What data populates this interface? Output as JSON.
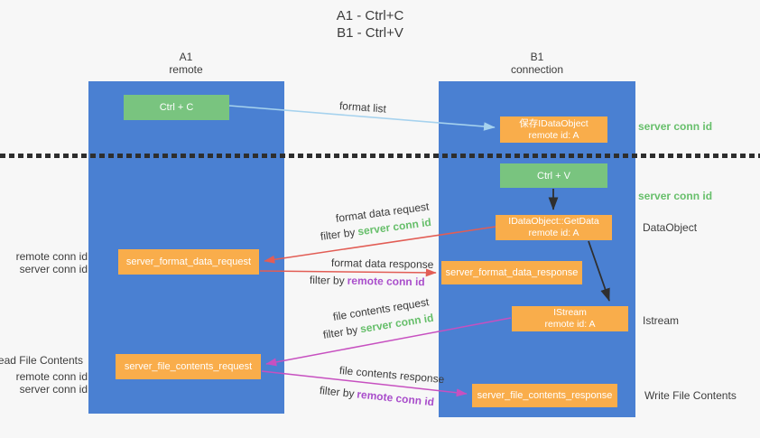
{
  "title": {
    "line1": "A1 - Ctrl+C",
    "line2": "B1 - Ctrl+V"
  },
  "lifelines": {
    "left": {
      "name": "A1",
      "subtitle": "remote"
    },
    "right": {
      "name": "B1",
      "subtitle": "connection"
    }
  },
  "nodes": {
    "ctrl_c": {
      "label": "Ctrl + C"
    },
    "save_idataobject": {
      "line1": "保存IDataObject",
      "line2": "remote id: A"
    },
    "ctrl_v": {
      "label": "Ctrl + V"
    },
    "getdata": {
      "line1": "IDataObject::GetData",
      "line2": "remote id: A"
    },
    "server_format_data_request": {
      "label": "server_format_data_request"
    },
    "server_format_data_response": {
      "label": "server_format_data_response"
    },
    "istream": {
      "line1": "IStream",
      "line2": "remote id: A"
    },
    "server_file_contents_request": {
      "label": "server_file_contents_request"
    },
    "server_file_contents_response": {
      "label": "server_file_contents_response"
    }
  },
  "arrows": {
    "format_list": {
      "label": "format list"
    },
    "format_data_request": {
      "label": "format data request",
      "filter_prefix": "filter by",
      "filter_key": "server conn id"
    },
    "format_data_response": {
      "label": "format data response",
      "filter_prefix": "filter by",
      "filter_key": "remote conn id"
    },
    "file_contents_request": {
      "label": "file contents request",
      "filter_prefix": "filter by",
      "filter_key": "server conn id"
    },
    "file_contents_response": {
      "label": "file contents response",
      "filter_prefix": "filter by",
      "filter_key": "remote conn id"
    }
  },
  "side_labels": {
    "right_server_conn_id_top": "server conn id",
    "right_server_conn_id_mid": "server conn id",
    "right_dataobject": "DataObject",
    "right_istream": "Istream",
    "right_write_file_contents": "Write File Contents",
    "left_read_file_contents": "Read File Contents",
    "left_remote_conn_id_1": "remote conn id",
    "left_server_conn_id_1": "server conn id",
    "left_remote_conn_id_2": "remote conn id",
    "left_server_conn_id_2": "server conn id"
  },
  "colors": {
    "lifeline_blue": "#4a80d2",
    "action_green": "#79c47f",
    "message_orange": "#f9ad4b",
    "server_conn_green": "#67bf6b",
    "remote_conn_purple": "#a94ecb",
    "request_red": "#e25d55",
    "file_magenta": "#c750c0",
    "format_list_blue": "#a6d2ee",
    "arrow_black": "#2f2f2f",
    "background": "#f7f7f7"
  }
}
